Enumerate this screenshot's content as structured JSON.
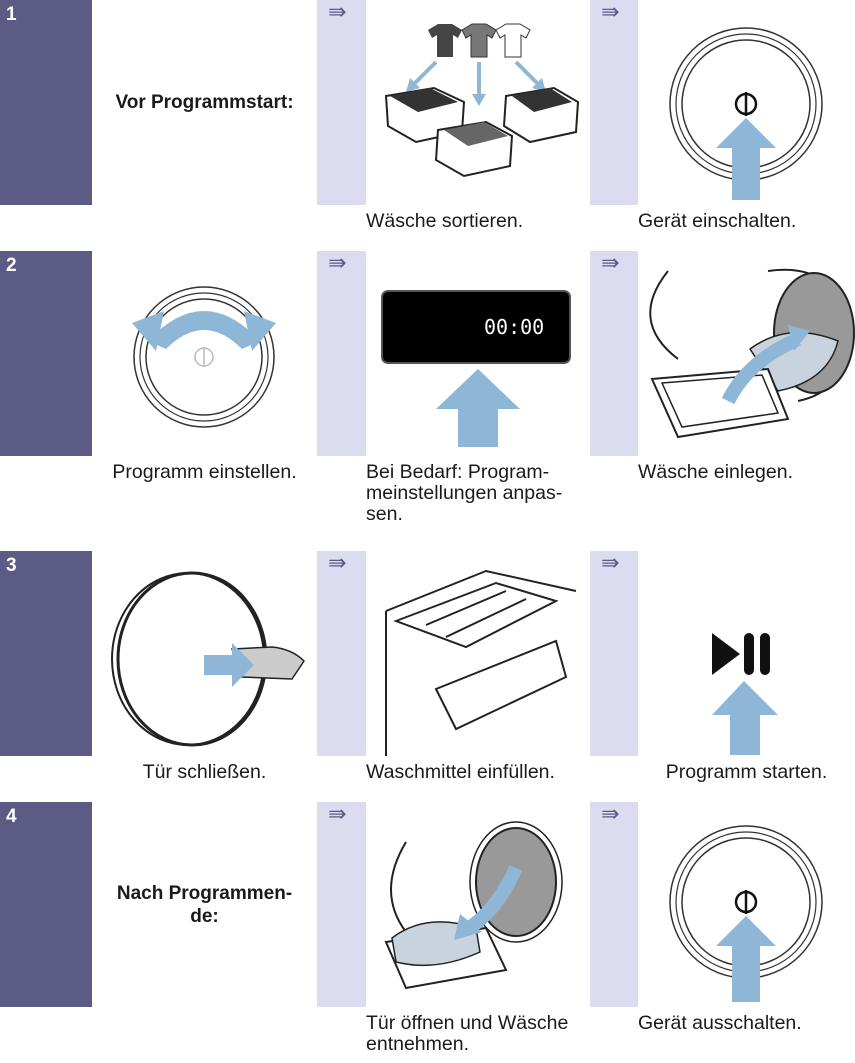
{
  "arrow_glyph": "⇛",
  "rows": [
    {
      "number": "1",
      "title": "Vor Programmstart:",
      "captions": [
        "",
        "Wäsche sortieren.",
        "Gerät einschalten."
      ]
    },
    {
      "number": "2",
      "display_time": "00:00",
      "captions": [
        "Programm einstellen.",
        "Bei Bedarf: Program-\nmeinstellungen anpas-\nsen.",
        "Wäsche einlegen."
      ]
    },
    {
      "number": "3",
      "captions": [
        "Tür schließen.",
        "Waschmittel einfüllen.",
        "Programm starten."
      ]
    },
    {
      "number": "4",
      "title": "Nach Programmen-\nde:",
      "captions": [
        "",
        "Tür öffnen und Wäsche\nentnehmen.",
        "Gerät ausschalten."
      ]
    }
  ],
  "colors": {
    "step_band": "#5b5b85",
    "gap_band": "#dcdcf0",
    "accent_arrow": "#8eb6d6"
  }
}
